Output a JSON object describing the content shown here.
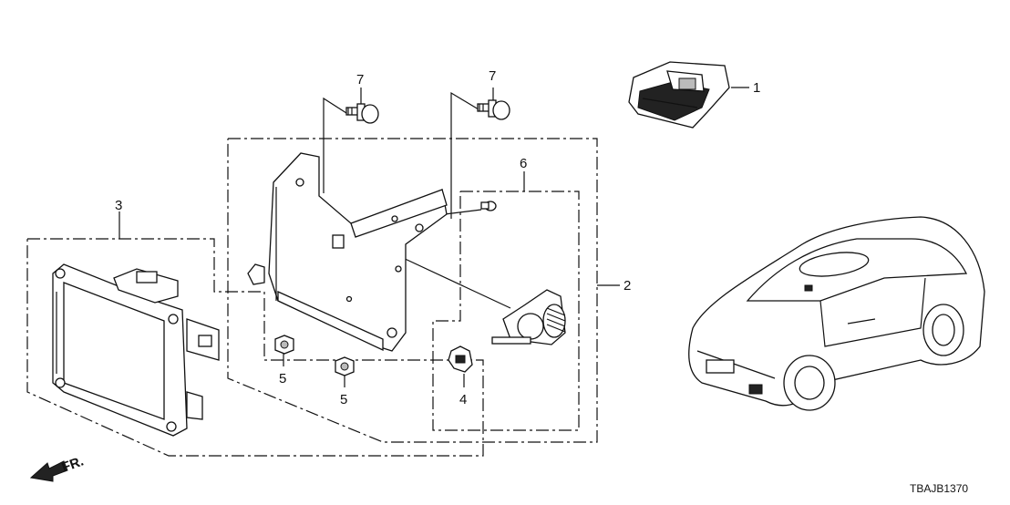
{
  "callouts": {
    "p1": "1",
    "p2": "2",
    "p3": "3",
    "p4": "4",
    "p5a": "5",
    "p5b": "5",
    "p6": "6",
    "p7a": "7",
    "p7b": "7"
  },
  "front_indicator": "FR.",
  "diagram_code": "TBAJB1370"
}
